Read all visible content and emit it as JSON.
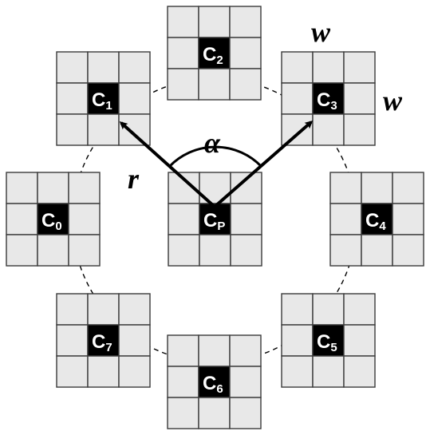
{
  "diagram": {
    "labels": {
      "radius": "r",
      "angle": "α",
      "width_top": "w",
      "width_side": "w"
    },
    "blocks": [
      {
        "id": "c0",
        "letter": "C",
        "sub": "0"
      },
      {
        "id": "c1",
        "letter": "C",
        "sub": "1"
      },
      {
        "id": "c2",
        "letter": "C",
        "sub": "2"
      },
      {
        "id": "c3",
        "letter": "C",
        "sub": "3"
      },
      {
        "id": "c4",
        "letter": "C",
        "sub": "4"
      },
      {
        "id": "c5",
        "letter": "C",
        "sub": "5"
      },
      {
        "id": "c6",
        "letter": "C",
        "sub": "6"
      },
      {
        "id": "c7",
        "letter": "C",
        "sub": "7"
      },
      {
        "id": "cp",
        "letter": "C",
        "sub": "P"
      }
    ],
    "colors": {
      "cell_fill": "#e8e8e8",
      "center_fill": "#000000",
      "grid_stroke": "#3a3a3a",
      "arrow": "#000000"
    }
  }
}
